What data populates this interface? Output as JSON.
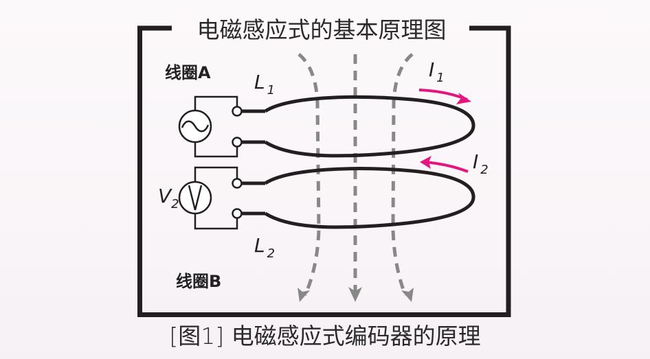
{
  "title": "电磁感应式的基本原理图",
  "caption": "[图1] 电磁感应式编码器的原理",
  "coils": {
    "a": {
      "label": "线圈A",
      "inductor_symbol": "L",
      "inductor_subscript": "1",
      "current_symbol": "I",
      "current_subscript": "1",
      "source_icon": "~"
    },
    "b": {
      "label": "线圈B",
      "inductor_symbol": "L",
      "inductor_subscript": "2",
      "current_symbol": "I",
      "current_subscript": "2",
      "meter_symbol": "V",
      "meter_subscript": "2",
      "meter_icon": "V"
    }
  },
  "colors": {
    "background_top": "#fcf9fb",
    "background_bottom": "#f6f1f5",
    "frame": "#231f20",
    "wire": "#231f20",
    "current_arrow": "#e5157f",
    "flux_lines": "#888888",
    "text": "#2a2a2a"
  },
  "icons": {
    "ac_source": "ac-source-icon",
    "voltmeter": "voltmeter-icon",
    "terminal": "terminal-icon",
    "flux_arrow": "arrow-down-icon",
    "current_arrow": "curved-arrow-icon"
  }
}
